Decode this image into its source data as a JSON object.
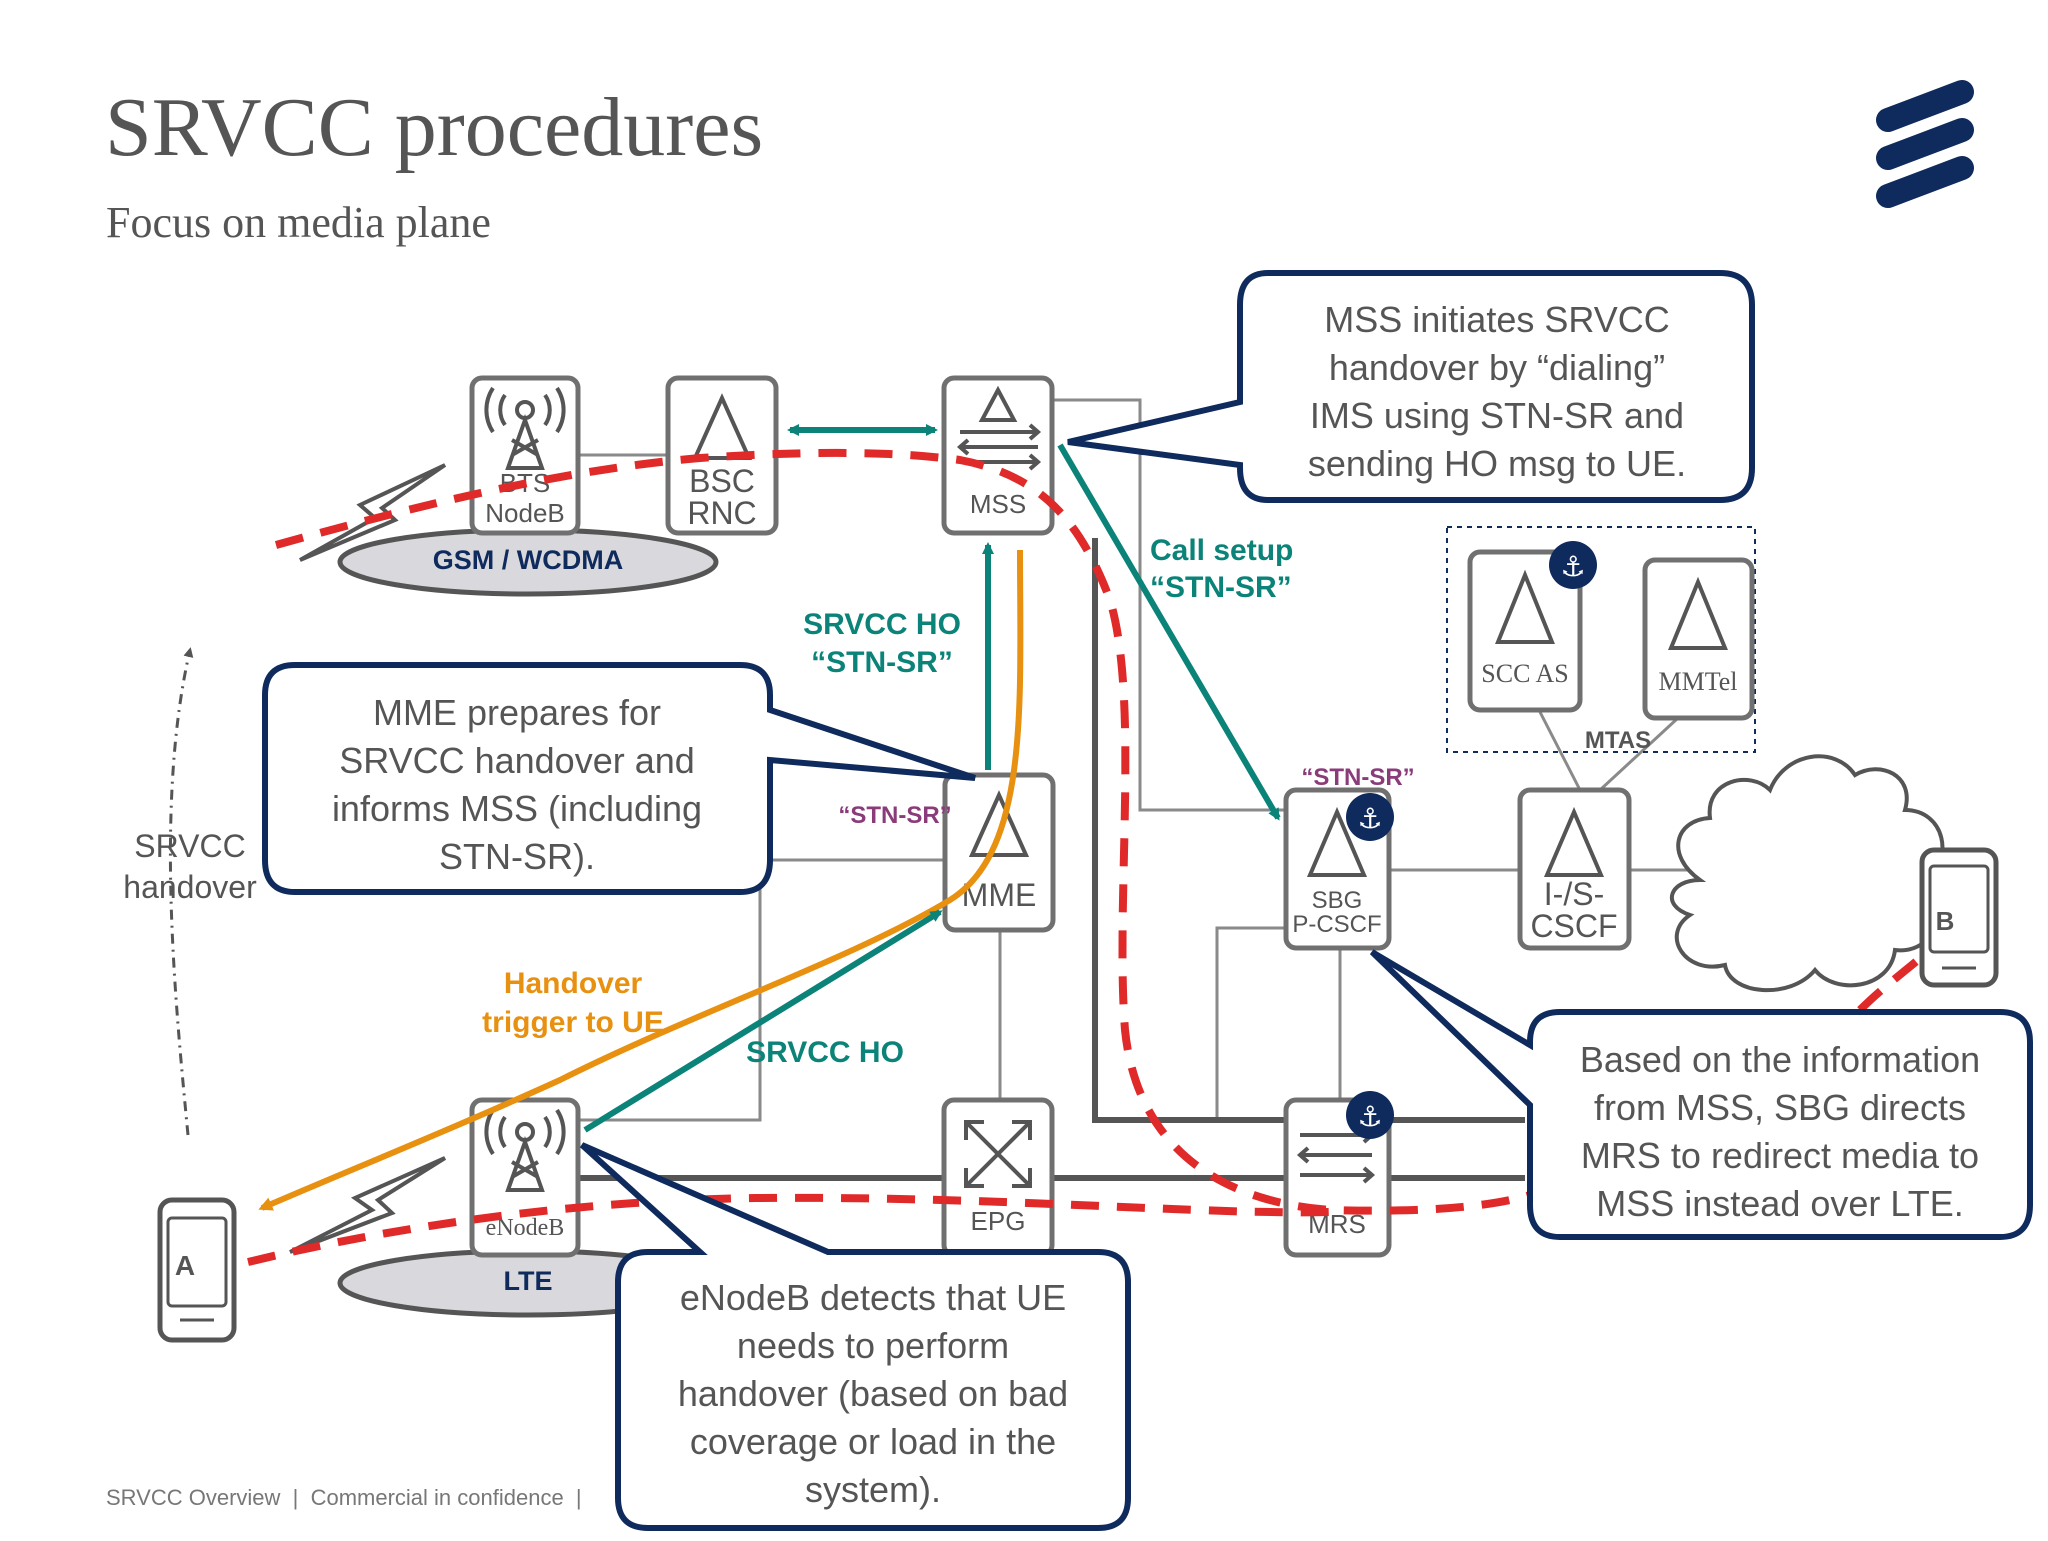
{
  "slide": {
    "title": "SRVCC procedures",
    "subtitle": "Focus on media plane",
    "footer": "SRVCC Overview  |  Commercial in confidence  |",
    "logo_icon": "ericsson-logo-icon"
  },
  "colors": {
    "teal": "#0b8379",
    "orange": "#e8900f",
    "red_dash": "#e02a2a",
    "navy": "#0f2a5c",
    "node_stroke": "#707070",
    "line_gray": "#8a8a8a",
    "purple": "#8a3b7a",
    "area_fill": "#d9d9dd"
  },
  "areas": {
    "gsm": "GSM / WCDMA",
    "lte": "LTE"
  },
  "nodes": {
    "bts": {
      "line1": "BTS",
      "line2": "NodeB",
      "icon": "antenna-tower-icon"
    },
    "bsc": {
      "line1": "BSC",
      "line2": "RNC",
      "icon": "triangle-icon"
    },
    "mss": {
      "label": "MSS",
      "icon": "switch-arrows-icon"
    },
    "mme": {
      "label": "MME",
      "icon": "triangle-icon"
    },
    "enodeb": {
      "label": "eNodeB",
      "icon": "antenna-tower-icon"
    },
    "epg": {
      "label": "EPG",
      "icon": "cross-arrows-icon"
    },
    "sbg": {
      "line1": "SBG",
      "line2": "P-CSCF",
      "icon": "triangle-icon"
    },
    "mrs": {
      "label": "MRS",
      "icon": "switch-arrows-icon"
    },
    "cscf": {
      "line1": "I-/S-",
      "line2": "CSCF",
      "icon": "triangle-icon"
    },
    "sccas": {
      "label": "SCC AS",
      "icon": "triangle-icon"
    },
    "mmtel": {
      "label": "MMTel",
      "icon": "triangle-icon"
    },
    "mtas": {
      "label": "MTAS"
    }
  },
  "phones": {
    "a": {
      "label": "A",
      "icon": "mobile-phone-icon"
    },
    "b": {
      "label": "B",
      "icon": "mobile-phone-icon"
    }
  },
  "labels": {
    "call_setup_1": "Call setup",
    "call_setup_2": "“STN-SR”",
    "srvcc_ho_top_1": "SRVCC HO",
    "srvcc_ho_top_2": "“STN-SR”",
    "stn_sr_mme": "“STN-SR”",
    "stn_sr_sbg": "“STN-SR”",
    "handover_trigger_1": "Handover",
    "handover_trigger_2": "trigger to UE",
    "srvcc_ho_bottom": "SRVCC HO",
    "srvcc_handover_1": "SRVCC",
    "srvcc_handover_2": "handover"
  },
  "callouts": {
    "mss": [
      "MSS initiates SRVCC",
      "handover by “dialing”",
      "IMS using STN-SR and",
      "sending HO msg to UE."
    ],
    "mme": [
      "MME prepares for",
      "SRVCC handover and",
      "informs MSS (including",
      "STN-SR)."
    ],
    "sbg": [
      "Based on the information",
      "from MSS, SBG directs",
      "MRS to redirect media to",
      "MSS instead over LTE."
    ],
    "enodeb": [
      "eNodeB detects that UE",
      "needs to perform",
      "handover (based on bad",
      "coverage or load in the",
      "system)."
    ]
  }
}
